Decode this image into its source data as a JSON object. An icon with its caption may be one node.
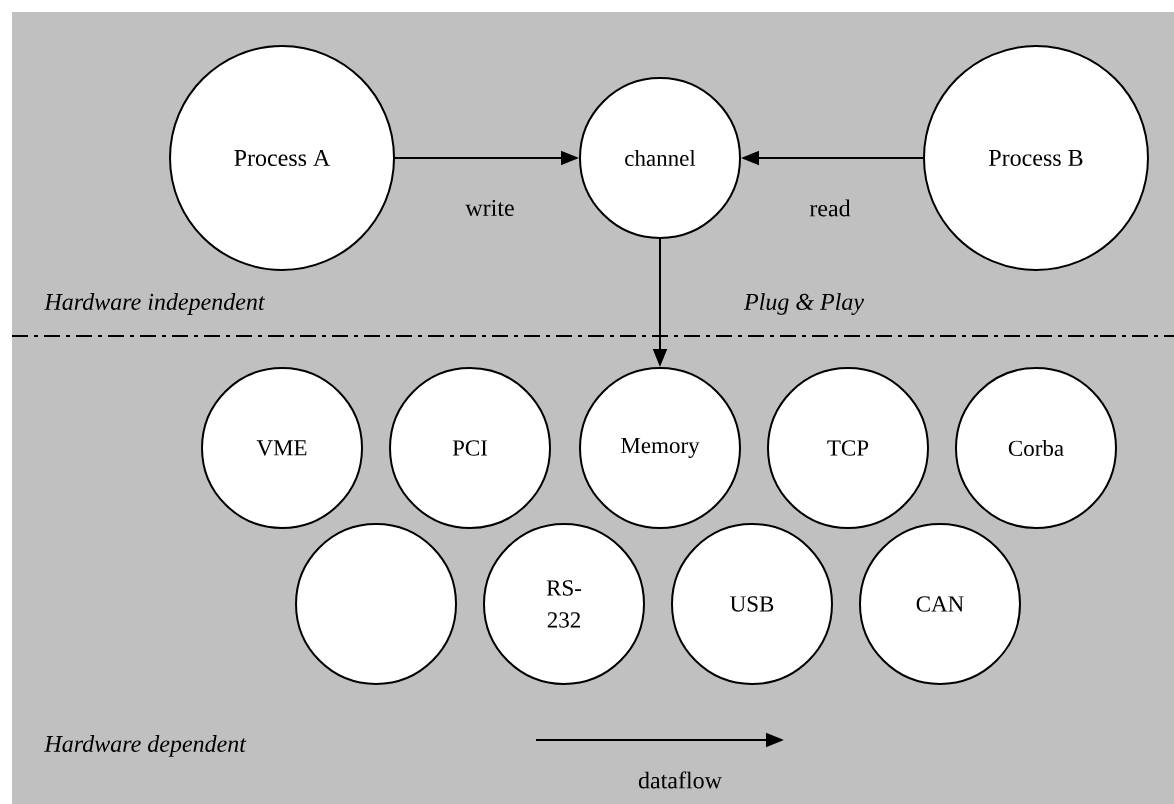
{
  "diagram": {
    "nodes": [
      {
        "text": [
          "Process A"
        ]
      },
      {
        "text": [
          "channel"
        ]
      },
      {
        "text": [
          "Process B"
        ]
      },
      {
        "text": [
          "VME"
        ]
      },
      {
        "text": [
          "PCI"
        ]
      },
      {
        "text": [
          "Memory"
        ]
      },
      {
        "text": [
          "TCP"
        ]
      },
      {
        "text": [
          "Corba"
        ]
      },
      {
        "text": [],
        "shape": "circle"
      },
      {
        "text": [
          "RS-232"
        ]
      },
      {
        "text": [
          "USB"
        ]
      },
      {
        "text": [
          "CAN"
        ]
      }
    ],
    "edges": [
      {
        "from": 0,
        "to": 1,
        "arrow": "to",
        "label": "write"
      },
      {
        "from": 2,
        "to": 1,
        "arrow": "to",
        "label": "read"
      },
      {
        "from": 1,
        "to": 5,
        "arrow": "to"
      }
    ],
    "labels": [
      "Hardware independent",
      "Plug & Play",
      "Hardware dependent",
      "dataflow"
    ]
  }
}
